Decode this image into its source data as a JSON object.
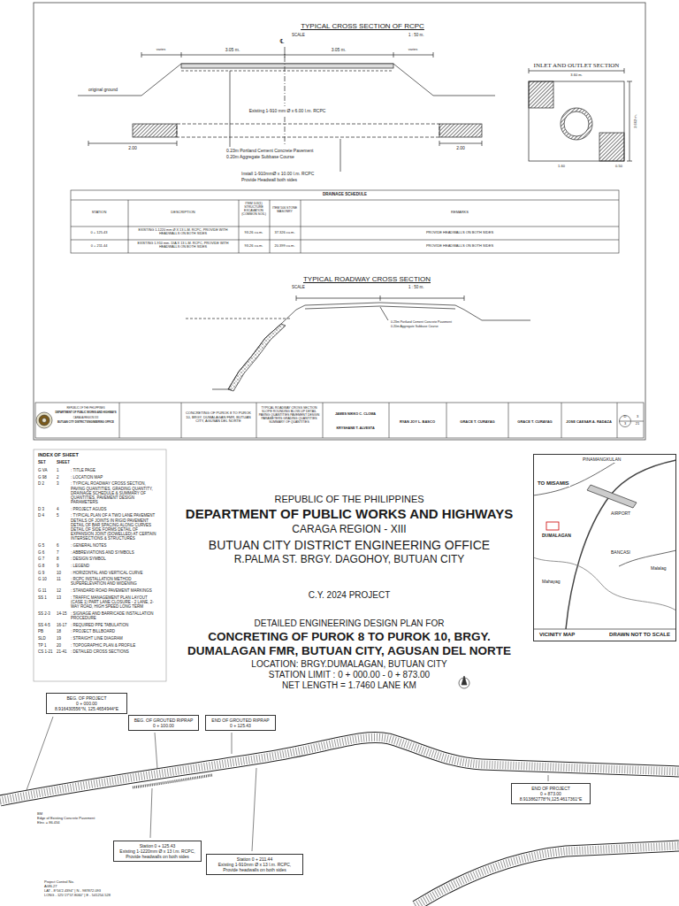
{
  "diagram": {
    "nodes": [
      {
        "text": [
          "VICINITY MAP",
          "DRAWN NOT TO SCALE"
        ]
      },
      {
        "text": [
          "BEG. OF PROJECT",
          "0 + 000.00",
          "8.916430556°N, 125.4654944°E"
        ]
      },
      {
        "text": [
          "BEG. OF GROUTED RIPRAP",
          "0 + 100.00"
        ]
      },
      {
        "text": [
          "END OF GROUTED RIPRAP",
          "0 + 125.43"
        ]
      },
      {
        "text": [
          "END OF PROJECT",
          "0 + 873.00",
          "8.913862778°N,125.4617361°E"
        ]
      },
      {
        "text": [
          "Station 0 + 125.43",
          "Existing 1-1220mm Ø x 13 l.m. RCPC,",
          "Provide headwalls on both sides"
        ]
      },
      {
        "text": [
          "Station 0 + 211.44",
          "Existing 1-910mm Ø x 13 l.m. RCPC,",
          "Provide headwalls on both sides"
        ]
      }
    ],
    "labels": [
      "TYPICAL CROSS SECTION OF RCPC",
      "SCALE",
      "1 : 50 m.",
      "℄",
      "varies",
      "3.05 m.",
      "3.05 m.",
      "varies",
      "original ground",
      "Existing 1-910 mm Ø x 6.00 l.m. RCPC",
      "2.00",
      "0.23m Portland Cement Concrete Pavement",
      "0.20m Aggregate Subbase Course",
      "2.00",
      "Install 1-910mmØ x 10.00 l.m. RCPC",
      "Provide Headwall both sides",
      "INLET AND OUTLET SECTION",
      "3.60 m.",
      "2.662 m.",
      "0.50",
      "1.60",
      "DRAINAGE SCHEDULE",
      "STATION",
      "DESCRIPTION",
      "ITEM 103(1) STRUCTURE EXCAVATION (COMMON SOIL)",
      "ITEM 506 STONE MASONRY",
      "REMARKS",
      "0 + 125.43",
      "EXISTING 1-1220 mm Ø X 13 L.M. RCPC, PROVIDE WITH HEADWALLS ON BOTH SIDES",
      "93.26 cu.m.",
      "37.326 cu.m.",
      "PROVIDE HEADWALLS ON BOTH SIDES",
      "0 + 211.44",
      "EXISTING 1-910 mm. DIA X 13 L.M. RCPC, PROVIDE WITH HEADWALLS ON BOTH SIDES",
      "93.26 cu.m.",
      "20.399 cu.m.",
      "PROVIDE HEADWALLS ON BOTH SIDES",
      "TYPICAL ROADWAY CROSS SECTION",
      "SCALE",
      "1 : 50 m.",
      "0.23m Portland Cement Concrete Pavement",
      "0.20m Aggregate Subbase Course",
      "REPUBLIC OF THE PHILIPPINES",
      "DEPARTMENT OF PUBLIC WORKS AND HIGHWAYS",
      "CARAGA REGION XIII",
      "BUTUAN CITY DISTRICT ENGINEERING OFFICE",
      "CONCRETING OF PUROK 8 TO PUROK 10, BRGY. DUMALAGAN FMR, BUTUAN CITY, AGUSAN DEL NORTE",
      "TYPICAL ROADWAY CROSS SECTION SLOPE ROUNDING BLOW-UP DETAIL PAVING QUANTITIES PAVEMENT DESIGN PARAMETERS GRADING QUANTITIES SUMMARY OF QUANTITIES",
      "JAMES NIKKO C. CLOMA",
      "KRYSHANE T. ALVESTA",
      "RYAN JOY L. BASCO",
      "GRACE T. CURAYAG",
      "GRACE T. CURAYAG",
      "JOSE CAESAR A. RADAZA",
      "D",
      "3",
      "3",
      "21",
      "INDEX OF SHEET",
      "SET",
      "SHEET",
      "G VA",
      "1",
      ": TITLE PAGE",
      "G 98",
      "2",
      ": LOCATION MAP",
      "D 2",
      "3",
      ": TYPICAL ROADWAY CROSS SECTION, PAVING QUANTITIES, GRADING QUANTITY, DRAINAGE SCHEDULE & SUMMARY OF QUANTITIES, PAVEMENT DESIGN PARAMETERS",
      "D 3",
      "4",
      ": PROJECT AGUDS",
      "D 4",
      "5",
      ": TYPICAL PLAN OF A TWO LANE PAVEMENT DETAILS OF JOINTS IN RIGID PAVEMENT DETAIL OF BAR SPACING ALONG CURVES DETAIL OF SIDE FORMS DETAIL OF EXPANSION JOINT (DOWELLED) AT CERTAIN INTERSECTIONS & STRUCTURES",
      "G 5",
      "6",
      ": GENERAL NOTES",
      "G 6",
      "7",
      ": ABBREVIATIONS AND SYMBOLS",
      "G 7",
      "8",
      ": DESIGN SYMBOL",
      "G 8",
      "9",
      ": LEGEND",
      "G 9",
      "10",
      ": HORIZONTAL AND VERTICAL CURVE",
      "G 10",
      "11",
      ": RCPC INSTALLATION METHOD SUPERELEVATION AND WIDENING",
      "G 11",
      "12",
      ": STANDARD ROAD PAVEMENT MARKINGS",
      "SS 1",
      "13",
      ": TRAFFIC MANAGEMENT PLAN LAYOUT (CASE 1) PART LANE CLOSURE - 2 LANE, 2-WAY ROAD, HIGH SPEED LONG TERM",
      "SS 2-3",
      "14-15",
      ": SIGNAGE AND BARRICADE INSTALLATION PROCEDURE",
      "SS 4-5",
      "16-17",
      ": REQUIRED PPE TABULATION",
      "PB",
      "18",
      ": PROJECT BILLBOARD",
      "SLD",
      "19",
      ": STRAIGHT LINE DIAGRAM",
      "TP 1",
      "20",
      ": TOPOGRAPHIC PLAN & PROFILE",
      "CS 1-21",
      "21-41",
      ": DETAILED CROSS SECTIONS",
      "REPUBLIC OF THE PHILIPPINES",
      "DEPARTMENT OF PUBLIC WORKS AND HIGHWAYS",
      "CARAGA REGION - XIII",
      "BUTUAN CITY DISTRICT ENGINEERING OFFICE",
      "R.PALMA ST. BRGY. DAGOHOY, BUTUAN CITY",
      "C.Y. 2024 PROJECT",
      "DETAILED ENGINEERING DESIGN PLAN FOR",
      "CONCRETING OF PUROK 8 TO PUROK 10, BRGY.",
      "DUMALAGAN FMR, BUTUAN CITY, AGUSAN DEL NORTE",
      "LOCATION: BRGY.DUMALAGAN, BUTUAN CITY",
      "STATION LIMIT : 0 + 000.00 - 0 + 873.00",
      "NET LENGTH = 1.7460 LANE KM",
      "PINAMANGKULAN",
      "TO MISAMIS",
      "AIRPORT",
      "DUMALAGAN",
      "BANCASI",
      "Malalag",
      "Mahayag",
      "BM",
      "Edge of Existing Concrete Pavement",
      "Elev. = 86.434",
      "Project Control No.",
      "AGN-27",
      "LAT - 8°56'2.4394\" | N - 987872.093",
      "LONG - 125°27'57.8060\" | E - 541254.528"
    ]
  }
}
